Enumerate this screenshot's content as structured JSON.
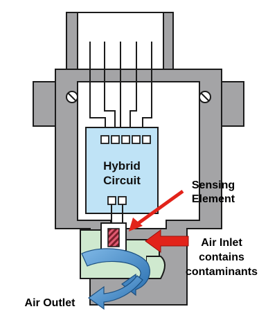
{
  "labels": {
    "hybrid_line1": "Hybrid",
    "hybrid_line2": "Circuit",
    "sensing_line1": "Sensing",
    "sensing_line2": "Element",
    "inlet_line1": "Air Inlet",
    "inlet_line2": "contains",
    "inlet_line3": "contaminants",
    "outlet": "Air Outlet"
  },
  "colors": {
    "housing": "#a4a4a6",
    "outline": "#1b1b1b",
    "circuit_fill": "#bfe3f6",
    "chamber_fill": "#cfe9cf",
    "arrow_red": "#e2231a",
    "arrow_blue": "#3a86c8",
    "sensor_dark": "#7a1f2a",
    "sensor_stripe": "#e05a72"
  },
  "icons": {
    "air_inlet_arrow": "red-arrow-left",
    "air_outlet_arrow": "blue-curved-arrow",
    "sensing_pointer": "red-arrow-down-left"
  }
}
